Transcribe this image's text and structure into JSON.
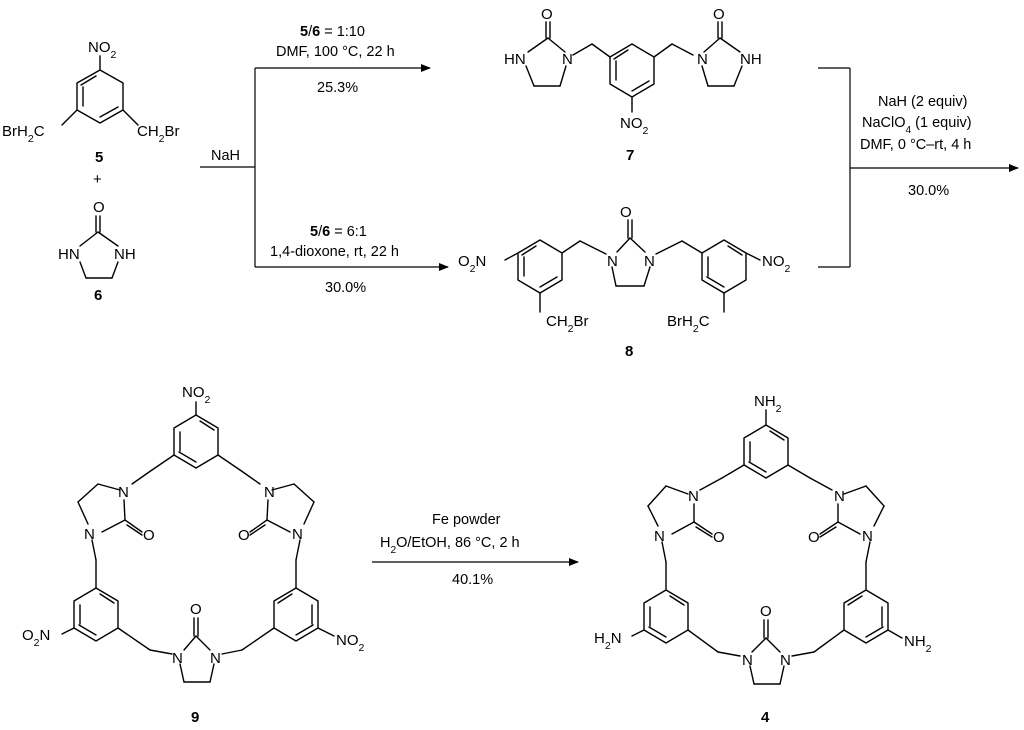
{
  "reagents": {
    "nah": "NaH",
    "plus": "+"
  },
  "compounds": {
    "c5": {
      "number": "5",
      "top_group": "NO2",
      "left_group": "BrH2C",
      "right_group": "CH2Br"
    },
    "c6": {
      "number": "6",
      "carbonyl": "O",
      "left_nh": "HN",
      "right_nh": "NH"
    },
    "c7": {
      "number": "7",
      "nitro": "NO2",
      "atom_o": "O",
      "atom_n": "N",
      "atom_hn": "HN",
      "atom_nh": "NH"
    },
    "c8": {
      "number": "8",
      "nitro_left": "O2N",
      "nitro_right": "NO2",
      "ch2br_left": "CH2Br",
      "ch2br_right": "BrH2C",
      "atom_o": "O",
      "atom_n": "N"
    },
    "c9": {
      "number": "9",
      "nitro": "NO2",
      "nitro_left": "O2N",
      "atom_o": "O",
      "atom_n": "N"
    },
    "c4": {
      "number": "4",
      "amine": "NH2",
      "amine_left": "H2N",
      "atom_o": "O",
      "atom_n": "N"
    }
  },
  "conditions": {
    "upper": {
      "ratio_a": "5",
      "ratio_b": "6",
      "ratio": " = 1:10",
      "solvent": "DMF, 100 °C, 22 h",
      "yield": "25.3%"
    },
    "lower": {
      "ratio_a": "5",
      "ratio_b": "6",
      "ratio": " = 6:1",
      "solvent": "1,4-dioxone, rt, 22 h",
      "yield": "30.0%"
    },
    "cyclization": {
      "line1": "NaH (2 equiv)",
      "line2": "NaClO4 (1 equiv)",
      "line3": "DMF, 0 °C–rt, 4 h",
      "yield": "30.0%"
    },
    "reduction": {
      "line1": "Fe powder",
      "line2": "H2O/EtOH, 86 °C, 2 h",
      "yield": "40.1%"
    }
  }
}
